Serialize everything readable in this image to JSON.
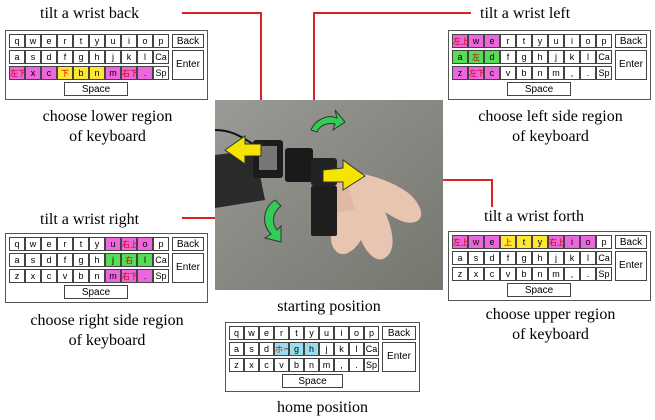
{
  "labels": {
    "tilt_back": "tilt a wrist back",
    "tilt_left": "tilt a wrist left",
    "tilt_right": "tilt a wrist right",
    "tilt_forth": "tilt a wrist forth",
    "lower_1": "choose lower region",
    "lower_2": "of keyboard",
    "left_1": "choose left side region",
    "left_2": "of keyboard",
    "right_1": "choose right side region",
    "right_2": "of keyboard",
    "upper_1": "choose upper region",
    "upper_2": "of keyboard",
    "starting": "starting position",
    "home": "home position"
  },
  "keyboard": {
    "row1": [
      "q",
      "w",
      "e",
      "r",
      "t",
      "y",
      "u",
      "i",
      "o",
      "p"
    ],
    "row2": [
      "a",
      "s",
      "d",
      "f",
      "g",
      "h",
      "j",
      "k",
      "l",
      "Ca"
    ],
    "row3": [
      "z",
      "x",
      "c",
      "v",
      "b",
      "n",
      "m",
      ",",
      ".",
      "Sp"
    ],
    "back": "Back",
    "enter": "Enter",
    "space": "Space"
  },
  "hints": {
    "up": "上",
    "down": "下",
    "left": "左",
    "right": "右",
    "up_left": "左上",
    "up_right": "右上",
    "down_left": "左下",
    "down_right": "右下",
    "home": "ホームポジション"
  },
  "colors": {
    "magenta": "#ee66dd",
    "green": "#55dd55",
    "yellow": "#ffe633",
    "cyan": "#99ddee",
    "arrow": "#f5e400",
    "arrow_green": "#33cc55",
    "leader_line": "#dd2222"
  }
}
